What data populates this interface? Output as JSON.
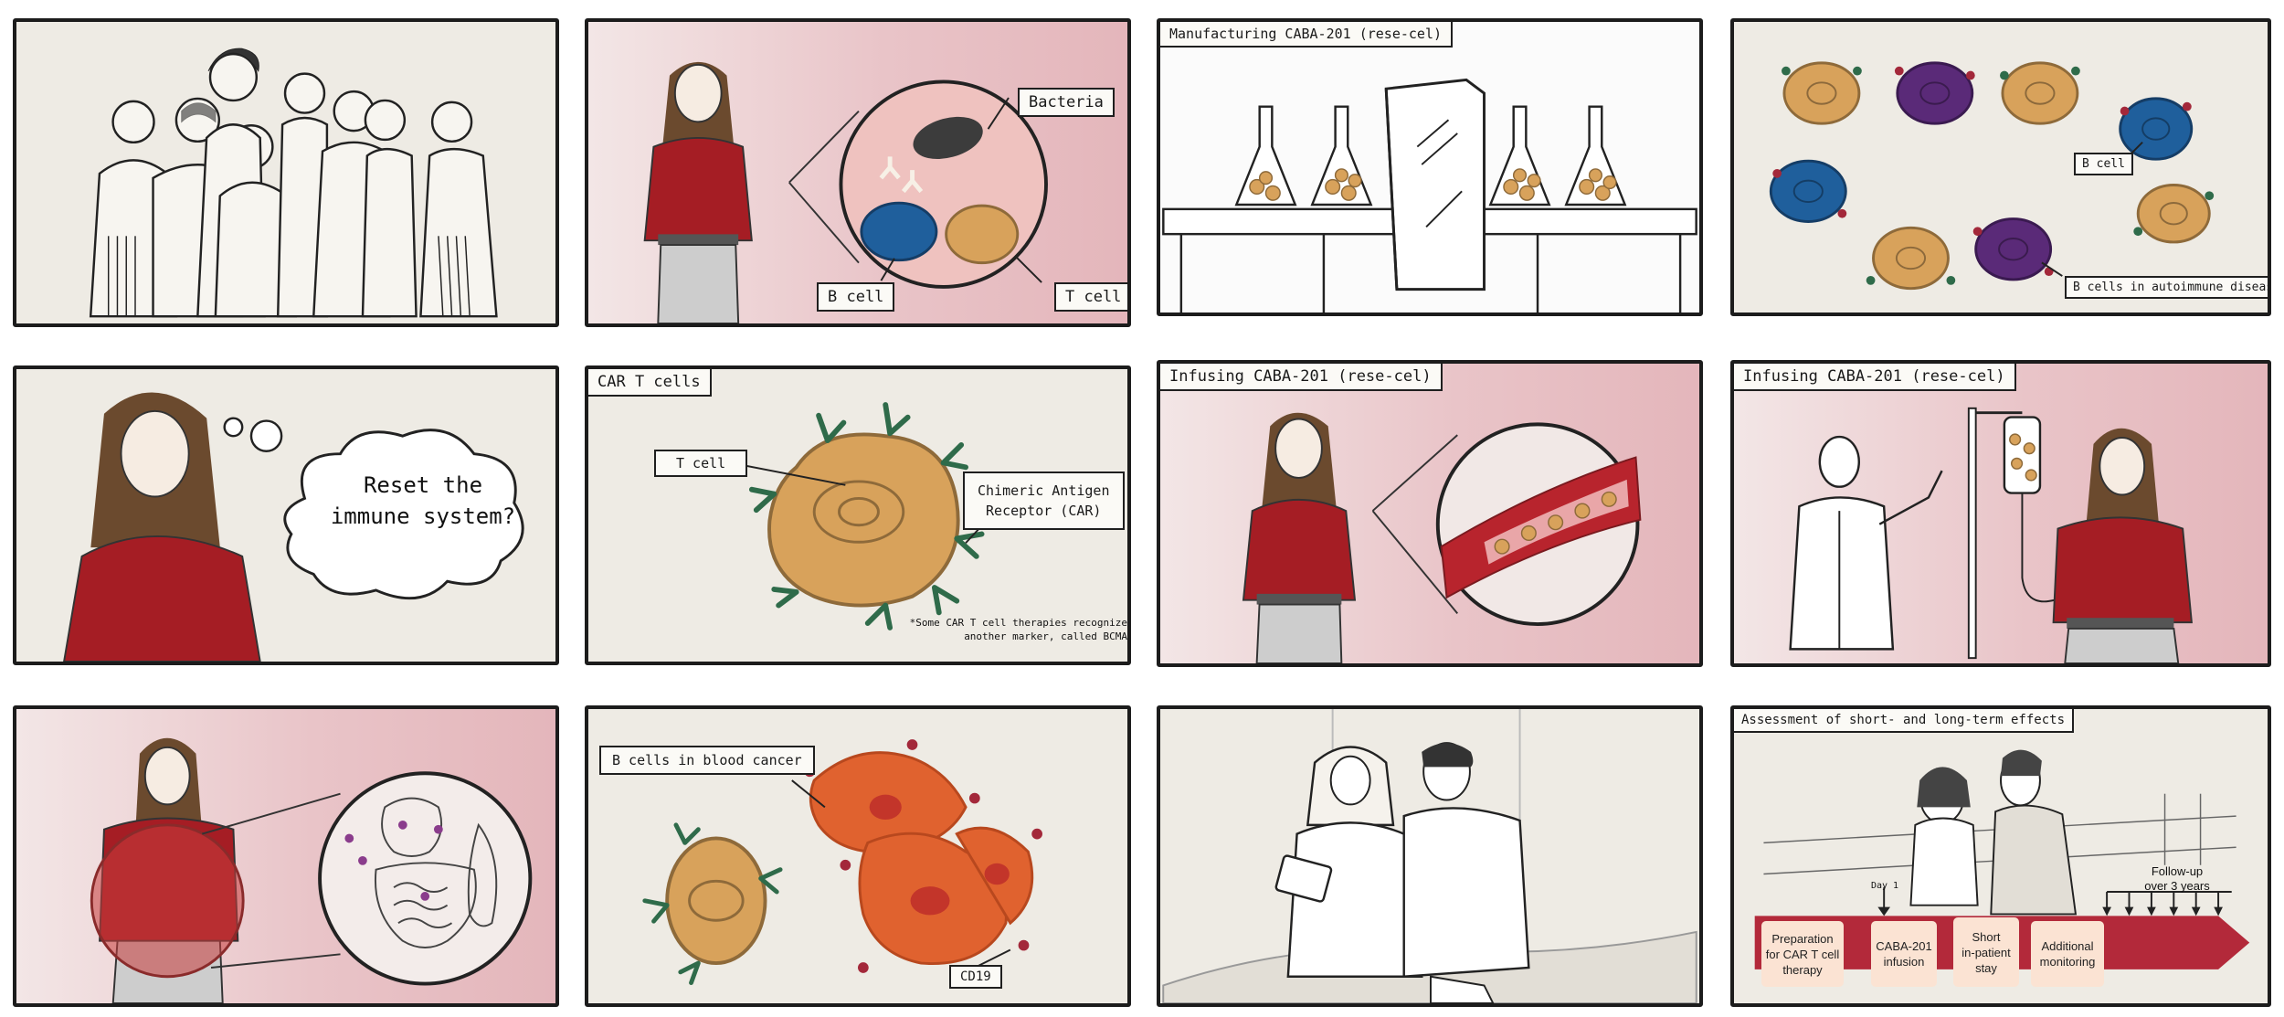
{
  "panels": {
    "p2": {
      "bacteria": "Bacteria",
      "b_cell": "B cell",
      "t_cell": "T cell"
    },
    "p3": {
      "title": "Manufacturing CABA-201 (rese-cel)"
    },
    "p4": {
      "b_cell": "B cell",
      "autoimmune": "B cells in autoimmune disease"
    },
    "p5": {
      "thought_line1": "Reset the",
      "thought_line2": "immune system?"
    },
    "p6": {
      "title": "CAR T cells",
      "t_cell": "T cell",
      "car_line1": "Chimeric Antigen",
      "car_line2": "Receptor (CAR)",
      "footnote_line1": "*Some CAR T cell therapies recognize",
      "footnote_line2": "another marker, called BCMA"
    },
    "p7": {
      "title": "Infusing CABA-201 (rese-cel)"
    },
    "p8": {
      "title": "Infusing CABA-201 (rese-cel)"
    },
    "p10": {
      "title": "B cells in blood cancer",
      "cd19": "CD19"
    },
    "p12": {
      "title": "Assessment of short- and long-term effects",
      "day1": "Day 1",
      "followup_line1": "Follow-up",
      "followup_line2": "over 3 years",
      "steps": [
        {
          "line1": "Preparation",
          "line2": "for CAR T cell",
          "line3": "therapy"
        },
        {
          "line1": "CABA-201",
          "line2": "infusion",
          "line3": ""
        },
        {
          "line1": "Short",
          "line2": "in-patient",
          "line3": "stay"
        },
        {
          "line1": "Additional",
          "line2": "monitoring",
          "line3": ""
        }
      ]
    }
  },
  "colors": {
    "red_sweater": "#a51d24",
    "b_cell_blue": "#1f5f9c",
    "t_cell_tan": "#d8a25b",
    "autoimmune_purple": "#5a2a78",
    "cancer_orange": "#e0622f",
    "car_green": "#2f6b4a",
    "receptor_red": "#a3283a",
    "timeline_red": "#b3293a"
  }
}
